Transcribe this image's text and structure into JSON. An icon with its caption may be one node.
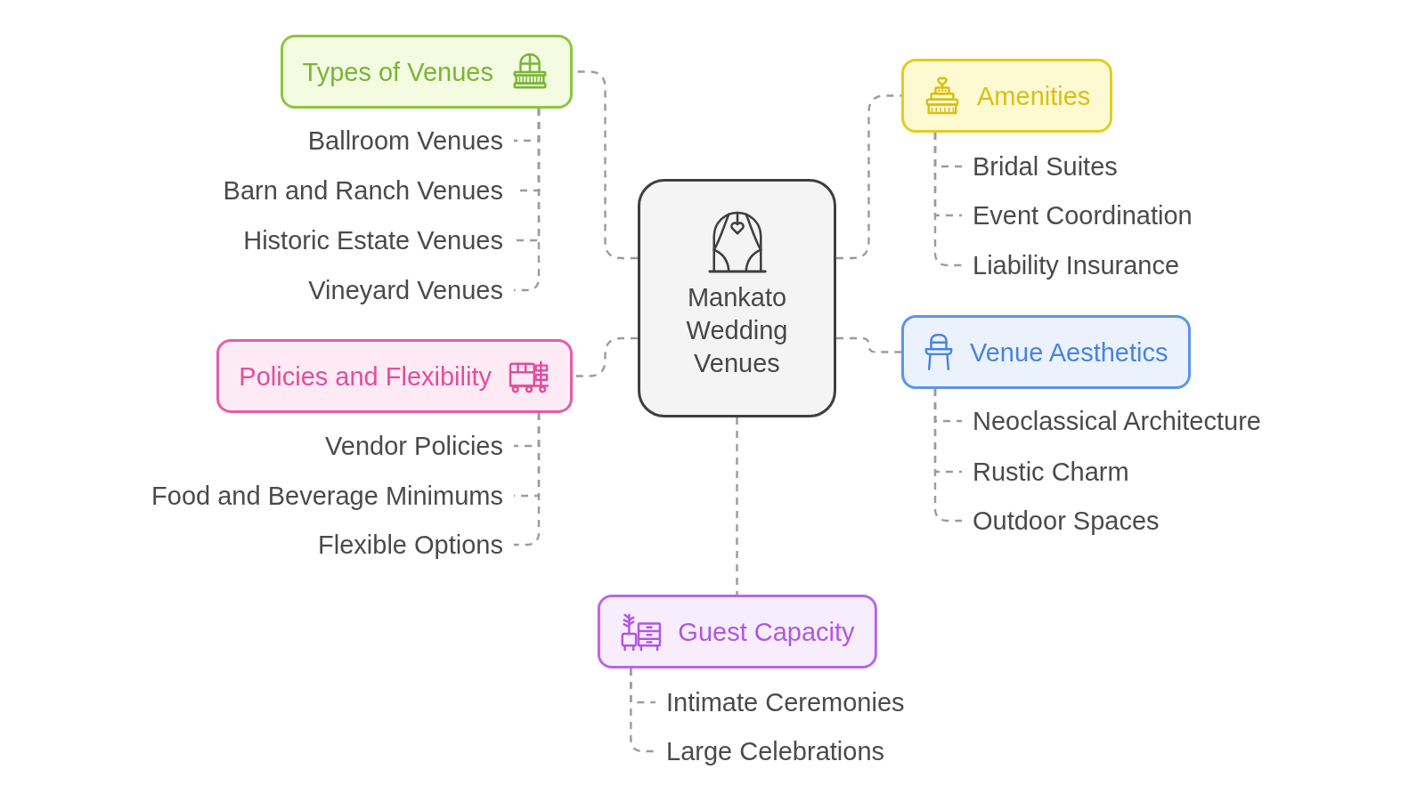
{
  "diagram": {
    "nodes": [
      {
        "text": [
          "Mankato Wedding Venues"
        ]
      },
      {
        "text": [
          "Types of Venues"
        ]
      },
      {
        "text": [
          "Ballroom Venues"
        ]
      },
      {
        "text": [
          "Barn and Ranch Venues"
        ]
      },
      {
        "text": [
          "Historic Estate Venues"
        ]
      },
      {
        "text": [
          "Vineyard Venues"
        ]
      },
      {
        "text": [
          "Amenities"
        ]
      },
      {
        "text": [
          "Bridal Suites"
        ]
      },
      {
        "text": [
          "Event Coordination"
        ]
      },
      {
        "text": [
          "Liability Insurance"
        ]
      },
      {
        "text": [
          "Policies and Flexibility"
        ]
      },
      {
        "text": [
          "Vendor Policies"
        ]
      },
      {
        "text": [
          "Food and Beverage Minimums"
        ]
      },
      {
        "text": [
          "Flexible Options"
        ]
      },
      {
        "text": [
          "Venue Aesthetics"
        ]
      },
      {
        "text": [
          "Neoclassical Architecture"
        ]
      },
      {
        "text": [
          "Rustic Charm"
        ]
      },
      {
        "text": [
          "Outdoor Spaces"
        ]
      },
      {
        "text": [
          "Guest Capacity"
        ]
      },
      {
        "text": [
          "Intimate Ceremonies"
        ]
      },
      {
        "text": [
          "Large Celebrations"
        ]
      }
    ],
    "edges": [
      {
        "from": 0,
        "to": 1,
        "arrow": "none",
        "style": "dashed"
      },
      {
        "from": 0,
        "to": 6,
        "arrow": "none",
        "style": "dashed"
      },
      {
        "from": 0,
        "to": 10,
        "arrow": "none",
        "style": "dashed"
      },
      {
        "from": 0,
        "to": 14,
        "arrow": "none",
        "style": "dashed"
      },
      {
        "from": 0,
        "to": 18,
        "arrow": "none",
        "style": "dashed"
      },
      {
        "from": 1,
        "to": 2,
        "arrow": "none",
        "style": "dashed"
      },
      {
        "from": 1,
        "to": 3,
        "arrow": "none",
        "style": "dashed"
      },
      {
        "from": 1,
        "to": 4,
        "arrow": "none",
        "style": "dashed"
      },
      {
        "from": 1,
        "to": 5,
        "arrow": "none",
        "style": "dashed"
      },
      {
        "from": 6,
        "to": 7,
        "arrow": "none",
        "style": "dashed"
      },
      {
        "from": 6,
        "to": 8,
        "arrow": "none",
        "style": "dashed"
      },
      {
        "from": 6,
        "to": 9,
        "arrow": "none",
        "style": "dashed"
      },
      {
        "from": 10,
        "to": 11,
        "arrow": "none",
        "style": "dashed"
      },
      {
        "from": 10,
        "to": 12,
        "arrow": "none",
        "style": "dashed"
      },
      {
        "from": 10,
        "to": 13,
        "arrow": "none",
        "style": "dashed"
      },
      {
        "from": 14,
        "to": 15,
        "arrow": "none",
        "style": "dashed"
      },
      {
        "from": 14,
        "to": 16,
        "arrow": "none",
        "style": "dashed"
      },
      {
        "from": 14,
        "to": 17,
        "arrow": "none",
        "style": "dashed"
      },
      {
        "from": 18,
        "to": 19,
        "arrow": "none",
        "style": "dashed"
      },
      {
        "from": 18,
        "to": 20,
        "arrow": "none",
        "style": "dashed"
      }
    ]
  }
}
